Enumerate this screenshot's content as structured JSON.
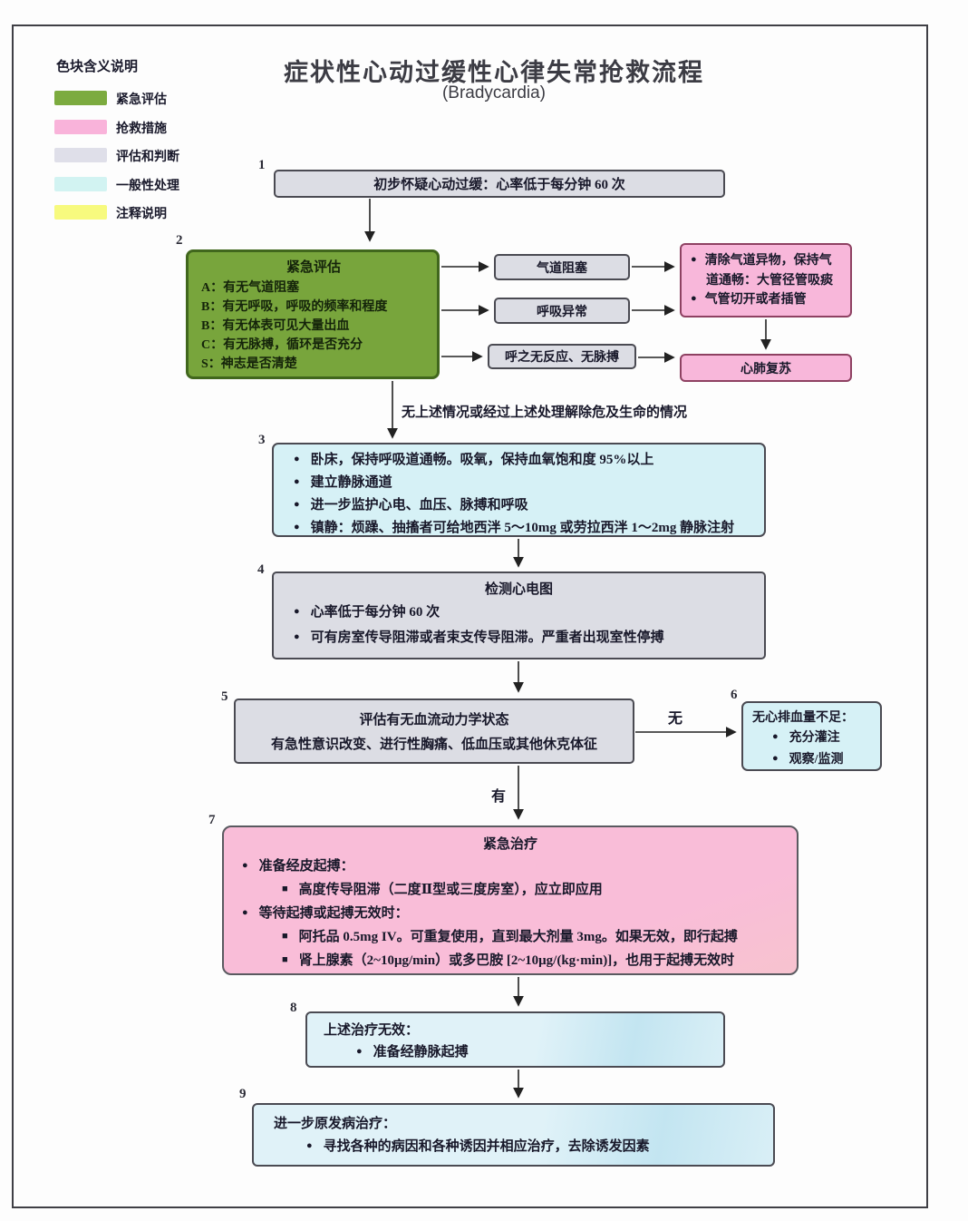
{
  "header": {
    "title": "症状性心动过缓性心律失常抢救流程",
    "subtitle": "(Bradycardia)"
  },
  "legend": {
    "title": "色块含义说明",
    "items": [
      {
        "label": "紧急评估",
        "color": "#7cab3f"
      },
      {
        "label": "抢救措施",
        "color": "#f9b3da"
      },
      {
        "label": "评估和判断",
        "color": "#dfdfe9"
      },
      {
        "label": "一般性处理",
        "color": "#d2f3f2"
      },
      {
        "label": "注释说明",
        "color": "#f7fa7e"
      }
    ]
  },
  "nodes": {
    "n1": {
      "number": "1",
      "text": "初步怀疑心动过缓：心率低于每分钟 60 次"
    },
    "n2": {
      "number": "2",
      "title": "紧急评估",
      "lines": [
        "A：有无气道阻塞",
        "B：有无呼吸，呼吸的频率和程度",
        "B：有无体表可见大量出血",
        "C：有无脉搏，循环是否充分",
        "S：神志是否清楚"
      ]
    },
    "airway": {
      "text": "气道阻塞"
    },
    "breathing": {
      "text": "呼吸异常"
    },
    "noresponse": {
      "text": "呼之无反应、无脉搏"
    },
    "clear_airway": {
      "bullets": [
        "清除气道异物，保持气道通畅：大管径管吸痰",
        "气管切开或者插管"
      ]
    },
    "cpr": {
      "text": "心肺复苏"
    },
    "n3": {
      "number": "3",
      "bullets": [
        "卧床，保持呼吸道通畅。吸氧，保持血氧饱和度 95%以上",
        "建立静脉通道",
        "进一步监护心电、血压、脉搏和呼吸",
        "镇静：烦躁、抽搐者可给地西泮 5～10mg 或劳拉西泮 1～2mg 静脉注射"
      ]
    },
    "n4": {
      "number": "4",
      "title": "检测心电图",
      "bullets": [
        "心率低于每分钟 60 次",
        "可有房室传导阻滞或者束支传导阻滞。严重者出现室性停搏"
      ]
    },
    "n5": {
      "number": "5",
      "line1": "评估有无血流动力学状态",
      "line2": "有急性意识改变、进行性胸痛、低血压或其他休克体征"
    },
    "n6": {
      "number": "6",
      "title": "无心排血量不足：",
      "bullets": [
        "充分灌注",
        "观察/监测"
      ]
    },
    "n7": {
      "number": "7",
      "title": "紧急治疗",
      "items": [
        {
          "level": 1,
          "text": "准备经皮起搏："
        },
        {
          "level": 2,
          "text": "高度传导阻滞（二度Ⅱ型或三度房室），应立即应用"
        },
        {
          "level": 1,
          "text": "等待起搏或起搏无效时："
        },
        {
          "level": 2,
          "text": "阿托品 0.5mg IV。可重复使用，直到最大剂量 3mg。如果无效，即行起搏"
        },
        {
          "level": 2,
          "text": "肾上腺素（2~10μg/min）或多巴胺 [2~10μg/(kg·min)]，也用于起搏无效时"
        }
      ]
    },
    "n8": {
      "number": "8",
      "title": "上述治疗无效：",
      "bullets": [
        "准备经静脉起搏"
      ]
    },
    "n9": {
      "number": "9",
      "title": "进一步原发病治疗：",
      "bullets": [
        "寻找各种的病因和各种诱因并相应治疗，去除诱发因素"
      ]
    }
  },
  "edge_labels": {
    "bridge": "无上述情况或经过上述处理解除危及生命的情况",
    "no": "无",
    "yes": "有"
  },
  "colors": {
    "emergency_assessment_green": "#78a53c",
    "rescue_measure_pink": "#f8b7da",
    "judgement_gray": "#dcdde4",
    "general_treatment_cyan": "#d6f1f6",
    "annotation_yellow": "#f7fa7e",
    "line": "#222222"
  }
}
